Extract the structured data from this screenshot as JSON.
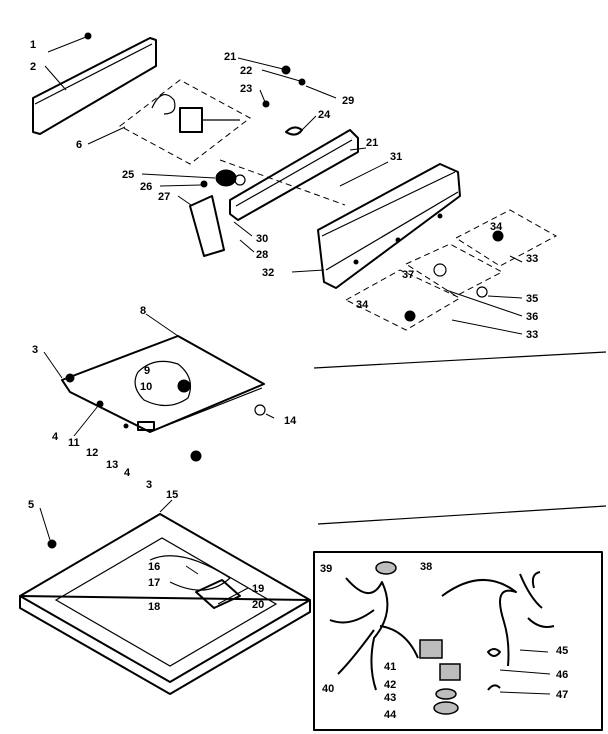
{
  "callouts": [
    {
      "id": "c1",
      "text": "1"
    },
    {
      "id": "c2",
      "text": "2"
    },
    {
      "id": "c3a",
      "text": "3"
    },
    {
      "id": "c3b",
      "text": "3"
    },
    {
      "id": "c4a",
      "text": "4"
    },
    {
      "id": "c4b",
      "text": "4"
    },
    {
      "id": "c5",
      "text": "5"
    },
    {
      "id": "c6",
      "text": "6"
    },
    {
      "id": "c8",
      "text": "8"
    },
    {
      "id": "c9",
      "text": "9"
    },
    {
      "id": "c10",
      "text": "10"
    },
    {
      "id": "c11",
      "text": "11"
    },
    {
      "id": "c12",
      "text": "12"
    },
    {
      "id": "c13",
      "text": "13"
    },
    {
      "id": "c14",
      "text": "14"
    },
    {
      "id": "c15",
      "text": "15"
    },
    {
      "id": "c16",
      "text": "16"
    },
    {
      "id": "c17",
      "text": "17"
    },
    {
      "id": "c18",
      "text": "18"
    },
    {
      "id": "c19",
      "text": "19"
    },
    {
      "id": "c20",
      "text": "20"
    },
    {
      "id": "c21a",
      "text": "21"
    },
    {
      "id": "c21b",
      "text": "21"
    },
    {
      "id": "c22",
      "text": "22"
    },
    {
      "id": "c23",
      "text": "23"
    },
    {
      "id": "c24",
      "text": "24"
    },
    {
      "id": "c25",
      "text": "25"
    },
    {
      "id": "c26",
      "text": "26"
    },
    {
      "id": "c27",
      "text": "27"
    },
    {
      "id": "c28",
      "text": "28"
    },
    {
      "id": "c29",
      "text": "29"
    },
    {
      "id": "c30",
      "text": "30"
    },
    {
      "id": "c31",
      "text": "31"
    },
    {
      "id": "c32",
      "text": "32"
    },
    {
      "id": "c33a",
      "text": "33"
    },
    {
      "id": "c33b",
      "text": "33"
    },
    {
      "id": "c34a",
      "text": "34"
    },
    {
      "id": "c34b",
      "text": "34"
    },
    {
      "id": "c35",
      "text": "35"
    },
    {
      "id": "c36",
      "text": "36"
    },
    {
      "id": "c37",
      "text": "37"
    },
    {
      "id": "c38",
      "text": "38"
    },
    {
      "id": "c39",
      "text": "39"
    },
    {
      "id": "c40",
      "text": "40"
    },
    {
      "id": "c41",
      "text": "41"
    },
    {
      "id": "c42",
      "text": "42"
    },
    {
      "id": "c43",
      "text": "43"
    },
    {
      "id": "c44",
      "text": "44"
    },
    {
      "id": "c45",
      "text": "45"
    },
    {
      "id": "c46",
      "text": "46"
    },
    {
      "id": "c47",
      "text": "47"
    }
  ]
}
